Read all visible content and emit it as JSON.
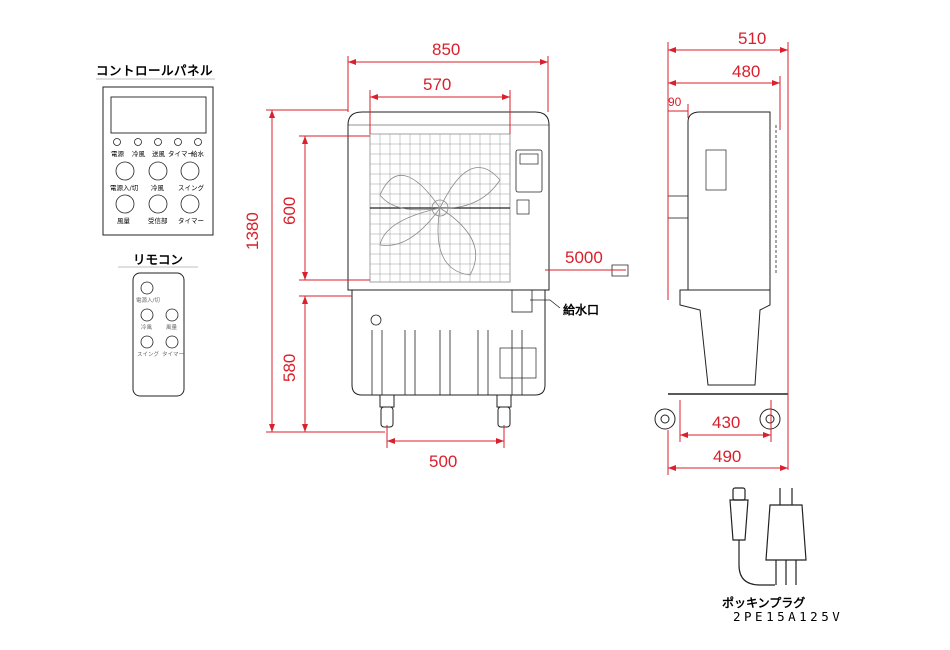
{
  "labels": {
    "control_panel": "コントロールパネル",
    "remote": "リモコン",
    "water_inlet": "給水口",
    "plug_name": "ポッキンプラグ",
    "plug_model": "2PE15A125V"
  },
  "panel_buttons_small": [
    "電源",
    "冷風",
    "送風",
    "タイマー",
    "給水"
  ],
  "panel_buttons_large": [
    "電源入/切",
    "冷風",
    "スイング",
    "風量",
    "受信部",
    "タイマー"
  ],
  "remote_buttons": [
    "電源入/切",
    "冷風",
    "風量",
    "スイング",
    "タイマー"
  ],
  "dimensions": {
    "top_width": "850",
    "inner_width": "570",
    "total_height": "1380",
    "panel_height": "600",
    "base_height": "580",
    "wheel_span": "500",
    "cord_length": "5000",
    "side_depth": "510",
    "side_inner_depth": "480",
    "side_offset": "90",
    "side_base": "430",
    "side_wheel": "490"
  },
  "colors": {
    "dimension": "#d9202c",
    "drawing": "#222222",
    "fan_grid": "#8a8a8a"
  }
}
